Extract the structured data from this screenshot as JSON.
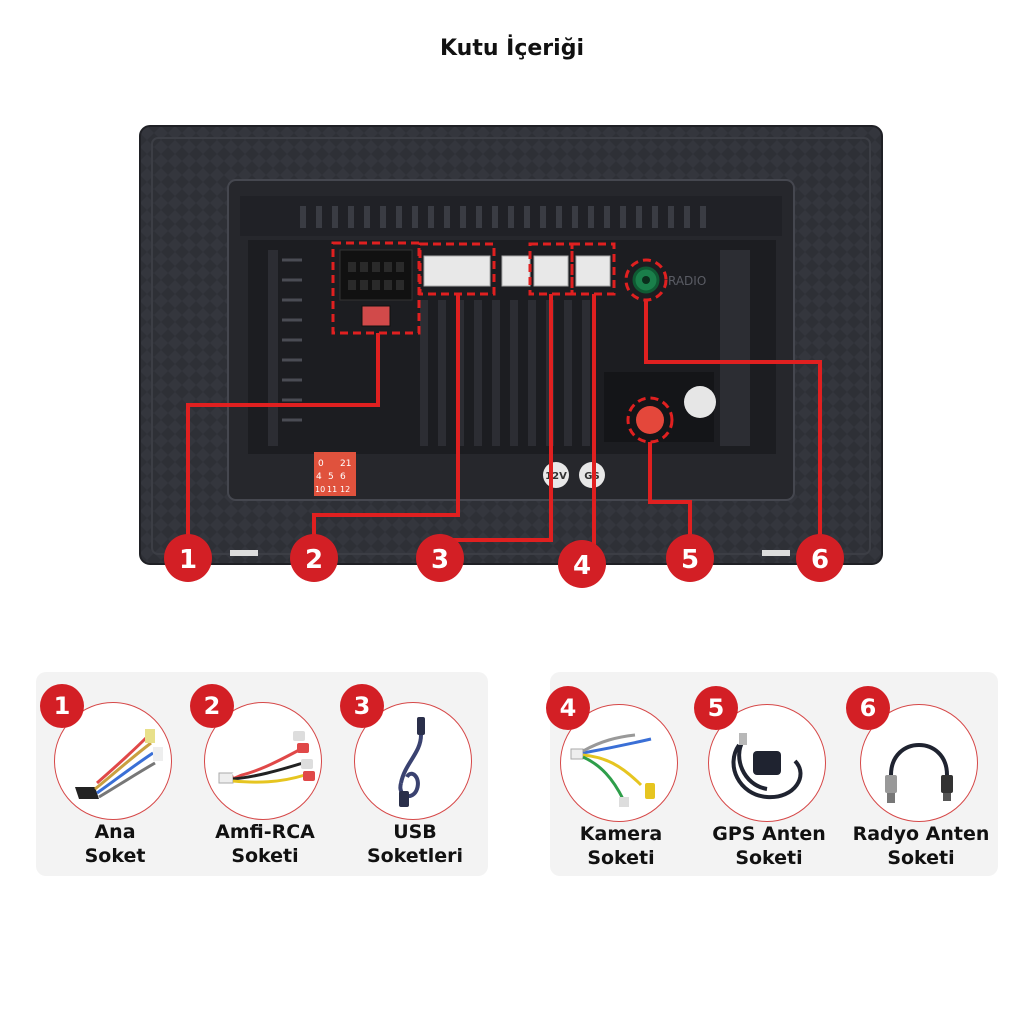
{
  "title": "Kutu İçeriği",
  "device": {
    "labels": {
      "radio": "RADIO",
      "v12": "12V",
      "gs": "GS"
    },
    "pins": [
      "0",
      "21",
      "4",
      "5",
      "6",
      "10",
      "11",
      "12"
    ],
    "markers": [
      "1",
      "2",
      "3",
      "4",
      "5",
      "6"
    ]
  },
  "items": [
    {
      "number": "1",
      "line1": "Ana",
      "line2": "Soket",
      "icon": "main-harness-icon"
    },
    {
      "number": "2",
      "line1": "Amfi-RCA",
      "line2": "Soketi",
      "icon": "rca-harness-icon"
    },
    {
      "number": "3",
      "line1": "USB",
      "line2": "Soketleri",
      "icon": "usb-cable-icon"
    },
    {
      "number": "4",
      "line1": "Kamera",
      "line2": "Soketi",
      "icon": "camera-harness-icon"
    },
    {
      "number": "5",
      "line1": "GPS Anten",
      "line2": "Soketi",
      "icon": "gps-antenna-icon"
    },
    {
      "number": "6",
      "line1": "Radyo Anten",
      "line2": "Soketi",
      "icon": "radio-antenna-icon"
    }
  ],
  "colors": {
    "accent": "#d31f25",
    "device": "#2b2d33"
  }
}
